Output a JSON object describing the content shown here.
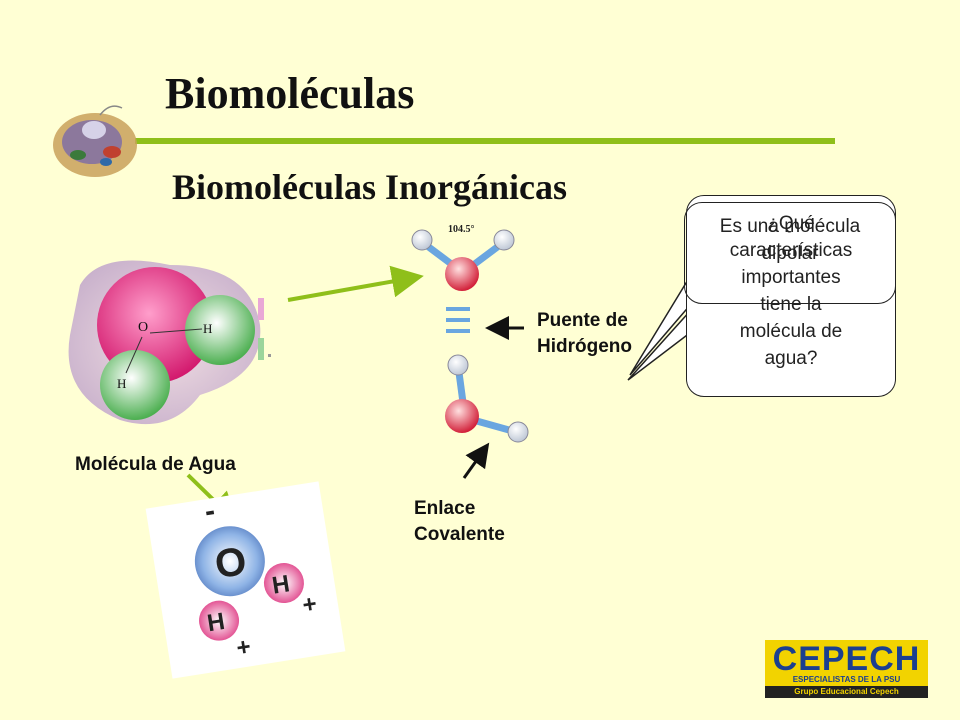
{
  "slide": {
    "title": "Biomoléculas",
    "subtitle": "Biomoléculas Inorgánicas"
  },
  "labels": {
    "water_molecule": "Molécula  de Agua",
    "hydrogen_bond_line1": "Puente de",
    "hydrogen_bond_line2": "Hidrógeno",
    "covalent_line1": "Enlace",
    "covalent_line2": "Covalente",
    "angle": "104.5°"
  },
  "bubble_back": {
    "lines": [
      "¿Qué",
      "características",
      "importantes",
      "tiene la",
      "molécula de",
      "agua?"
    ]
  },
  "bubble_front": {
    "lines": [
      "Es una molécula",
      "dipolar"
    ]
  },
  "diagram": {
    "oxygen_label": "O",
    "hydrogen_label": "H",
    "charge_minus": "-",
    "charge_plus": "+"
  },
  "logo": {
    "name": "CEPECH",
    "tagline": "ESPECIALISTAS DE LA PSU",
    "group": "Grupo Educacional Cepech"
  },
  "colors": {
    "background": "#ffffd4",
    "accent_rule": "#8fbf1a",
    "arrow_green": "#8fbf1a",
    "logo_yellow": "#f2d300",
    "logo_blue": "#1b3f8f"
  }
}
